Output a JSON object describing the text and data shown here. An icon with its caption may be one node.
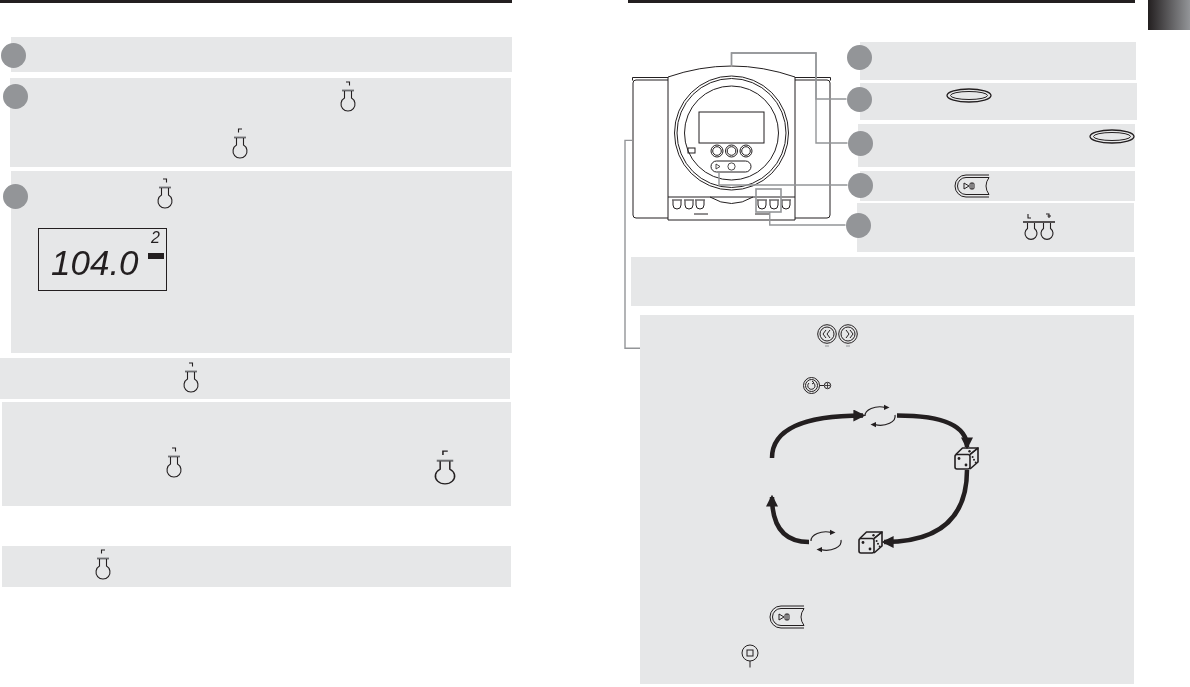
{
  "diagram": {
    "nodes": [
      {
        "text": [],
        "shape": "circle"
      },
      {
        "text": [],
        "shape": "circle"
      },
      {
        "text": [],
        "shape": "circle"
      },
      {
        "text": [],
        "shape": "picture"
      },
      {
        "text": [],
        "shape": "button",
        "in": 3
      },
      {
        "text": [],
        "shape": "box",
        "in": 3
      },
      {
        "text": [],
        "shape": "circle"
      },
      {
        "text": [],
        "shape": "circle"
      },
      {
        "text": [],
        "shape": "circle"
      },
      {
        "text": [],
        "shape": "circle"
      },
      {
        "text": [],
        "shape": "circle"
      },
      {
        "text": [],
        "shape": "box"
      },
      {
        "text": [],
        "shape": "picture",
        "in": 11
      },
      {
        "text": [],
        "shape": "picture",
        "in": 11
      },
      {
        "text": [],
        "shape": "picture",
        "in": 11
      }
    ],
    "edges": [
      {
        "from": 3,
        "to": 7,
        "arrow": "none"
      },
      {
        "from": 3,
        "to": 8,
        "arrow": "none"
      },
      {
        "from": 4,
        "to": 9,
        "arrow": "none"
      },
      {
        "from": 5,
        "to": 10,
        "arrow": "none"
      },
      {
        "from": 3,
        "to": 11,
        "arrow": "none"
      },
      {
        "from": 12,
        "to": 13,
        "arrow": "to",
        "style": "thick",
        "color": "#231f20"
      },
      {
        "from": 13,
        "to": 14,
        "arrow": "to",
        "style": "thick",
        "color": "#231f20"
      },
      {
        "from": 14,
        "to": null,
        "arrow": "to",
        "style": "thick",
        "color": "#231f20"
      },
      {
        "from": null,
        "to": 12,
        "arrow": "to",
        "style": "thick",
        "color": "#231f20"
      }
    ],
    "labels": [
      "104.0",
      "2"
    ]
  }
}
